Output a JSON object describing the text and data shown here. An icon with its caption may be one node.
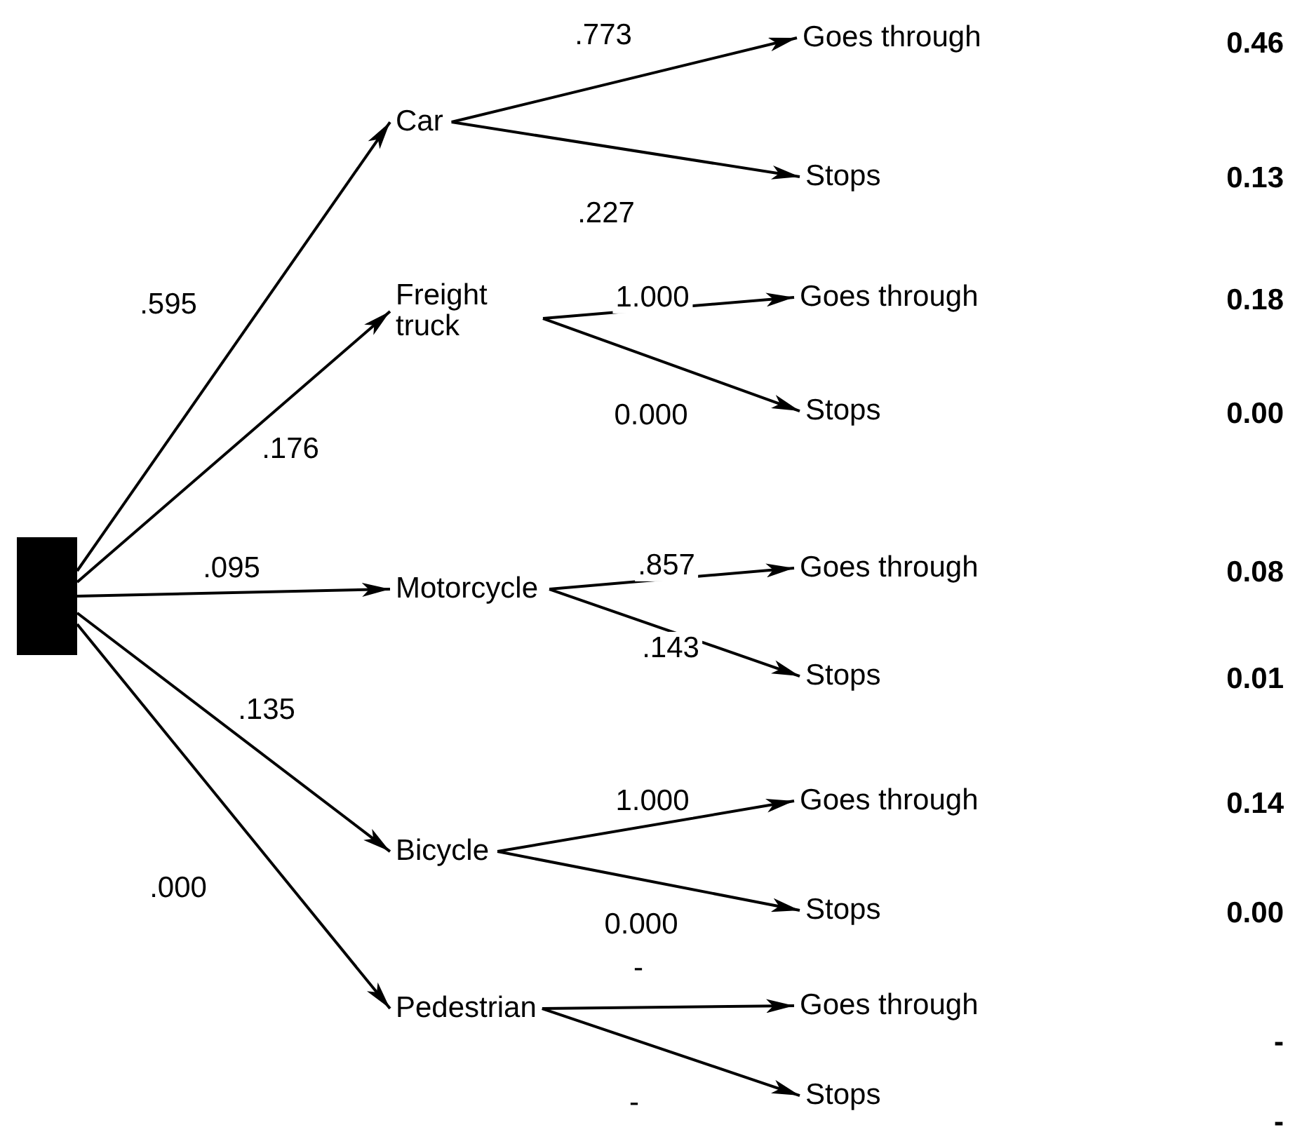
{
  "diagram": {
    "nodes": [
      {
        "text": [],
        "shape": "box"
      },
      {
        "text": [
          "Car"
        ]
      },
      {
        "text": [
          "Freight truck"
        ]
      },
      {
        "text": [
          "Motorcycle"
        ]
      },
      {
        "text": [
          "Bicycle"
        ]
      },
      {
        "text": [
          "Pedestrian"
        ]
      },
      {
        "text": [
          "Goes through"
        ]
      },
      {
        "text": [
          "Stops"
        ]
      },
      {
        "text": [
          "Goes through"
        ]
      },
      {
        "text": [
          "Stops"
        ]
      },
      {
        "text": [
          "Goes through"
        ]
      },
      {
        "text": [
          "Stops"
        ]
      },
      {
        "text": [
          "Goes through"
        ]
      },
      {
        "text": [
          "Stops"
        ]
      },
      {
        "text": [
          "Goes through"
        ]
      },
      {
        "text": [
          "Stops"
        ]
      }
    ],
    "labels": [
      "0.46",
      "0.13",
      "0.18",
      "0.00",
      "0.08",
      "0.01",
      "0.14",
      "0.00",
      "-",
      "-"
    ],
    "edges": [
      {
        "from": 0,
        "to": 1,
        "arrow": "to",
        "label": ".595"
      },
      {
        "from": 0,
        "to": 2,
        "arrow": "to",
        "label": ".176"
      },
      {
        "from": 0,
        "to": 3,
        "arrow": "to",
        "label": ".095"
      },
      {
        "from": 0,
        "to": 4,
        "arrow": "to",
        "label": ".135"
      },
      {
        "from": 0,
        "to": 5,
        "arrow": "to",
        "label": ".000"
      },
      {
        "from": 1,
        "to": 6,
        "arrow": "to",
        "label": ".773"
      },
      {
        "from": 1,
        "to": 7,
        "arrow": "to",
        "label": ".227"
      },
      {
        "from": 2,
        "to": 8,
        "arrow": "to",
        "label": "1.000"
      },
      {
        "from": 2,
        "to": 9,
        "arrow": "to",
        "label": "0.000"
      },
      {
        "from": 3,
        "to": 10,
        "arrow": "to",
        "label": ".857"
      },
      {
        "from": 3,
        "to": 11,
        "arrow": "to",
        "label": ".143"
      },
      {
        "from": 4,
        "to": 12,
        "arrow": "to",
        "label": "1.000"
      },
      {
        "from": 4,
        "to": 13,
        "arrow": "to",
        "label": "0.000"
      },
      {
        "from": 5,
        "to": 14,
        "arrow": "to",
        "label": "-"
      },
      {
        "from": 5,
        "to": 15,
        "arrow": "to",
        "label": "-"
      }
    ]
  }
}
